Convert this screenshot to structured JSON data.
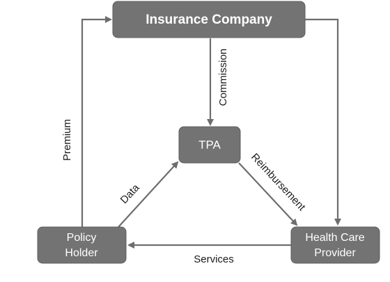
{
  "nodes": {
    "insurance_company": {
      "label": "Insurance Company"
    },
    "tpa": {
      "label": "TPA"
    },
    "policy_holder": {
      "line1": "Policy",
      "line2": "Holder"
    },
    "health_care_provider": {
      "line1": "Health Care",
      "line2": "Provider"
    }
  },
  "edges": {
    "commission": "Commission",
    "premium": "Premium",
    "data": "Data",
    "reimbursement": "Reimbursement",
    "services": "Services"
  },
  "colors": {
    "node_fill": "#737373",
    "edge": "#6d6d6d",
    "node_text": "#ffffff",
    "label_text": "#1a1a1a"
  }
}
